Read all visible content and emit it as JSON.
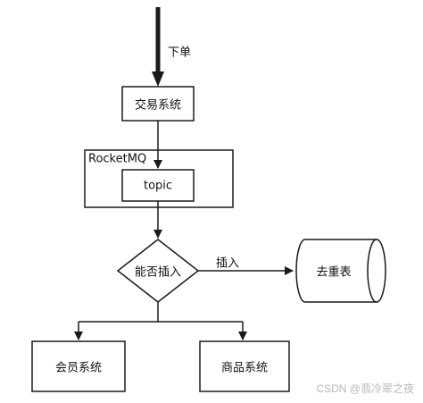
{
  "diagram": {
    "order_label": "下单",
    "trading_system": "交易系统",
    "rocketmq_label": "RocketMQ",
    "topic_label": "topic",
    "decision_label": "能否插入",
    "insert_label": "插入",
    "dedup_table": "去重表",
    "member_system": "会员系统",
    "product_system": "商品系统"
  },
  "watermark": "CSDN @翡冷翠之夜",
  "colors": {
    "stroke": "#1a1a1a",
    "background": "#ffffff"
  }
}
